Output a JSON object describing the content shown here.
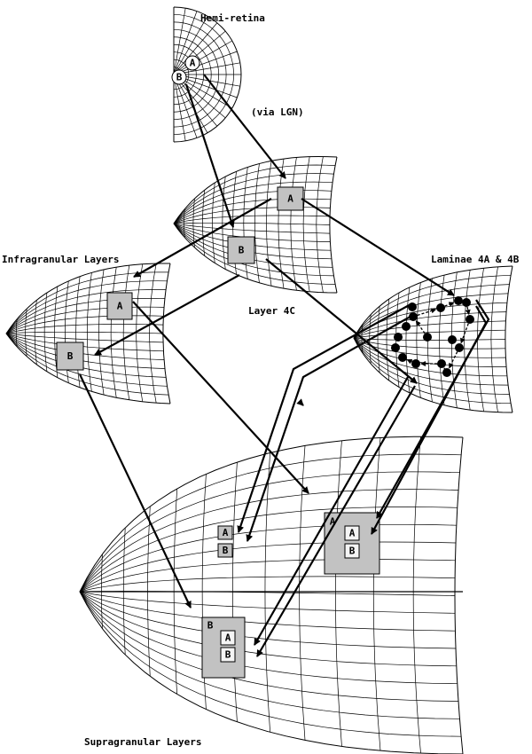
{
  "labels": {
    "hemi_retina": "Hemi-retina",
    "via_lgn": "(via LGN)",
    "infragranular": "Infragranular Layers",
    "laminae": "Laminae 4A & 4B",
    "layer_4c": "Layer 4C",
    "supragranular": "Supragranular Layers"
  },
  "boxes": {
    "retina_a": "A",
    "retina_b": "B",
    "l4c_a": "A",
    "l4c_b": "B",
    "infra_a": "A",
    "infra_b": "B",
    "supra_small_a": "A",
    "supra_small_b": "B",
    "supra_right_outer": "A",
    "supra_right_a": "A",
    "supra_right_b": "B",
    "supra_left_outer": "B",
    "supra_left_a": "A",
    "supra_left_b": "B"
  }
}
